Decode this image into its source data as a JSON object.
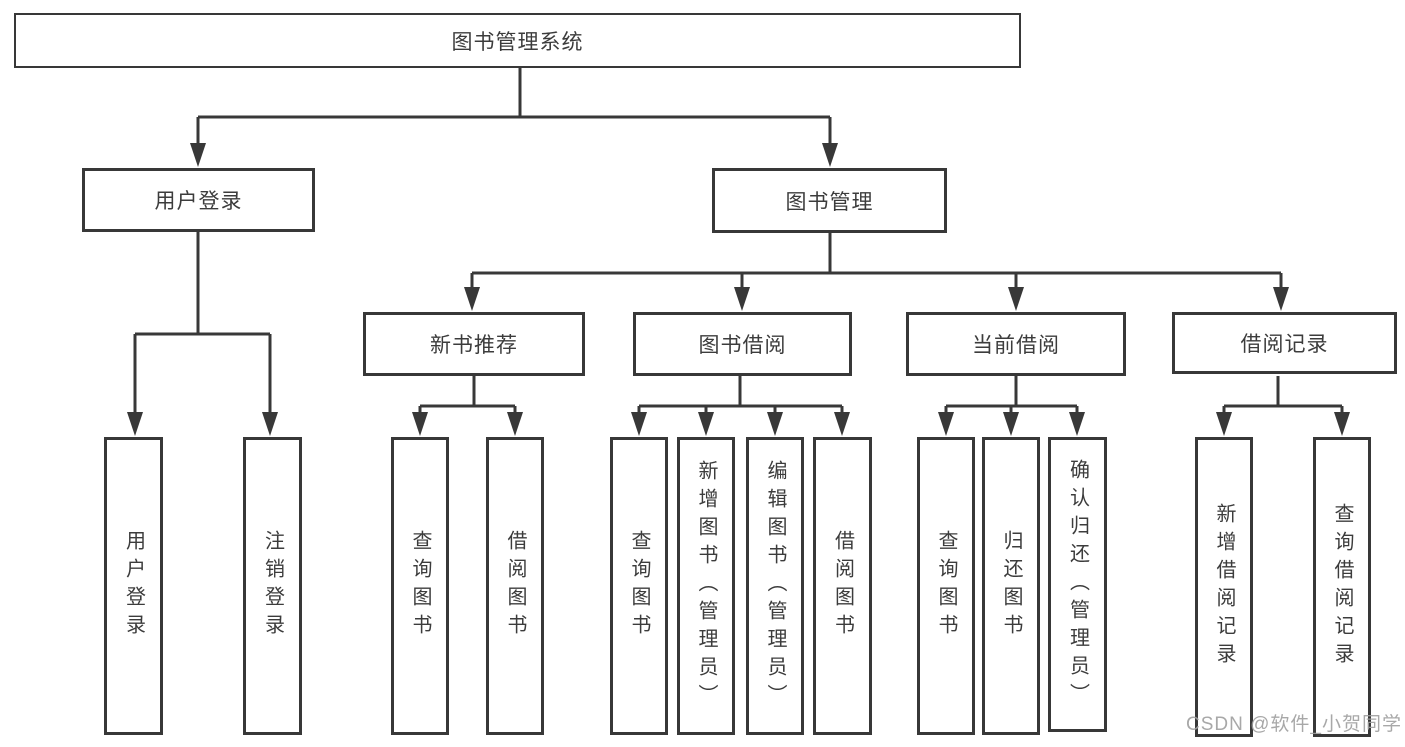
{
  "diagram": {
    "root": {
      "label": "图书管理系统"
    },
    "branches": [
      {
        "label": "用户登录",
        "children": [
          {
            "label": "用户登录"
          },
          {
            "label": "注销登录"
          }
        ]
      },
      {
        "label": "图书管理",
        "children": [
          {
            "label": "新书推荐",
            "children": [
              {
                "label": "查询图书"
              },
              {
                "label": "借阅图书"
              }
            ]
          },
          {
            "label": "图书借阅",
            "children": [
              {
                "label": "查询图书"
              },
              {
                "label": "新增图书（管理员）"
              },
              {
                "label": "编辑图书（管理员）"
              },
              {
                "label": "借阅图书"
              }
            ]
          },
          {
            "label": "当前借阅",
            "children": [
              {
                "label": "查询图书"
              },
              {
                "label": "归还图书"
              },
              {
                "label": "确认归还（管理员）"
              }
            ]
          },
          {
            "label": "借阅记录",
            "children": [
              {
                "label": "新增借阅记录"
              },
              {
                "label": "查询借阅记录"
              }
            ]
          }
        ]
      }
    ]
  },
  "watermark": {
    "text": "CSDN @软件_小贺同学"
  },
  "colors": {
    "line": "#383838",
    "text": "#3c3c3c",
    "background": "#ffffff",
    "watermark": "#9e9e9e"
  }
}
